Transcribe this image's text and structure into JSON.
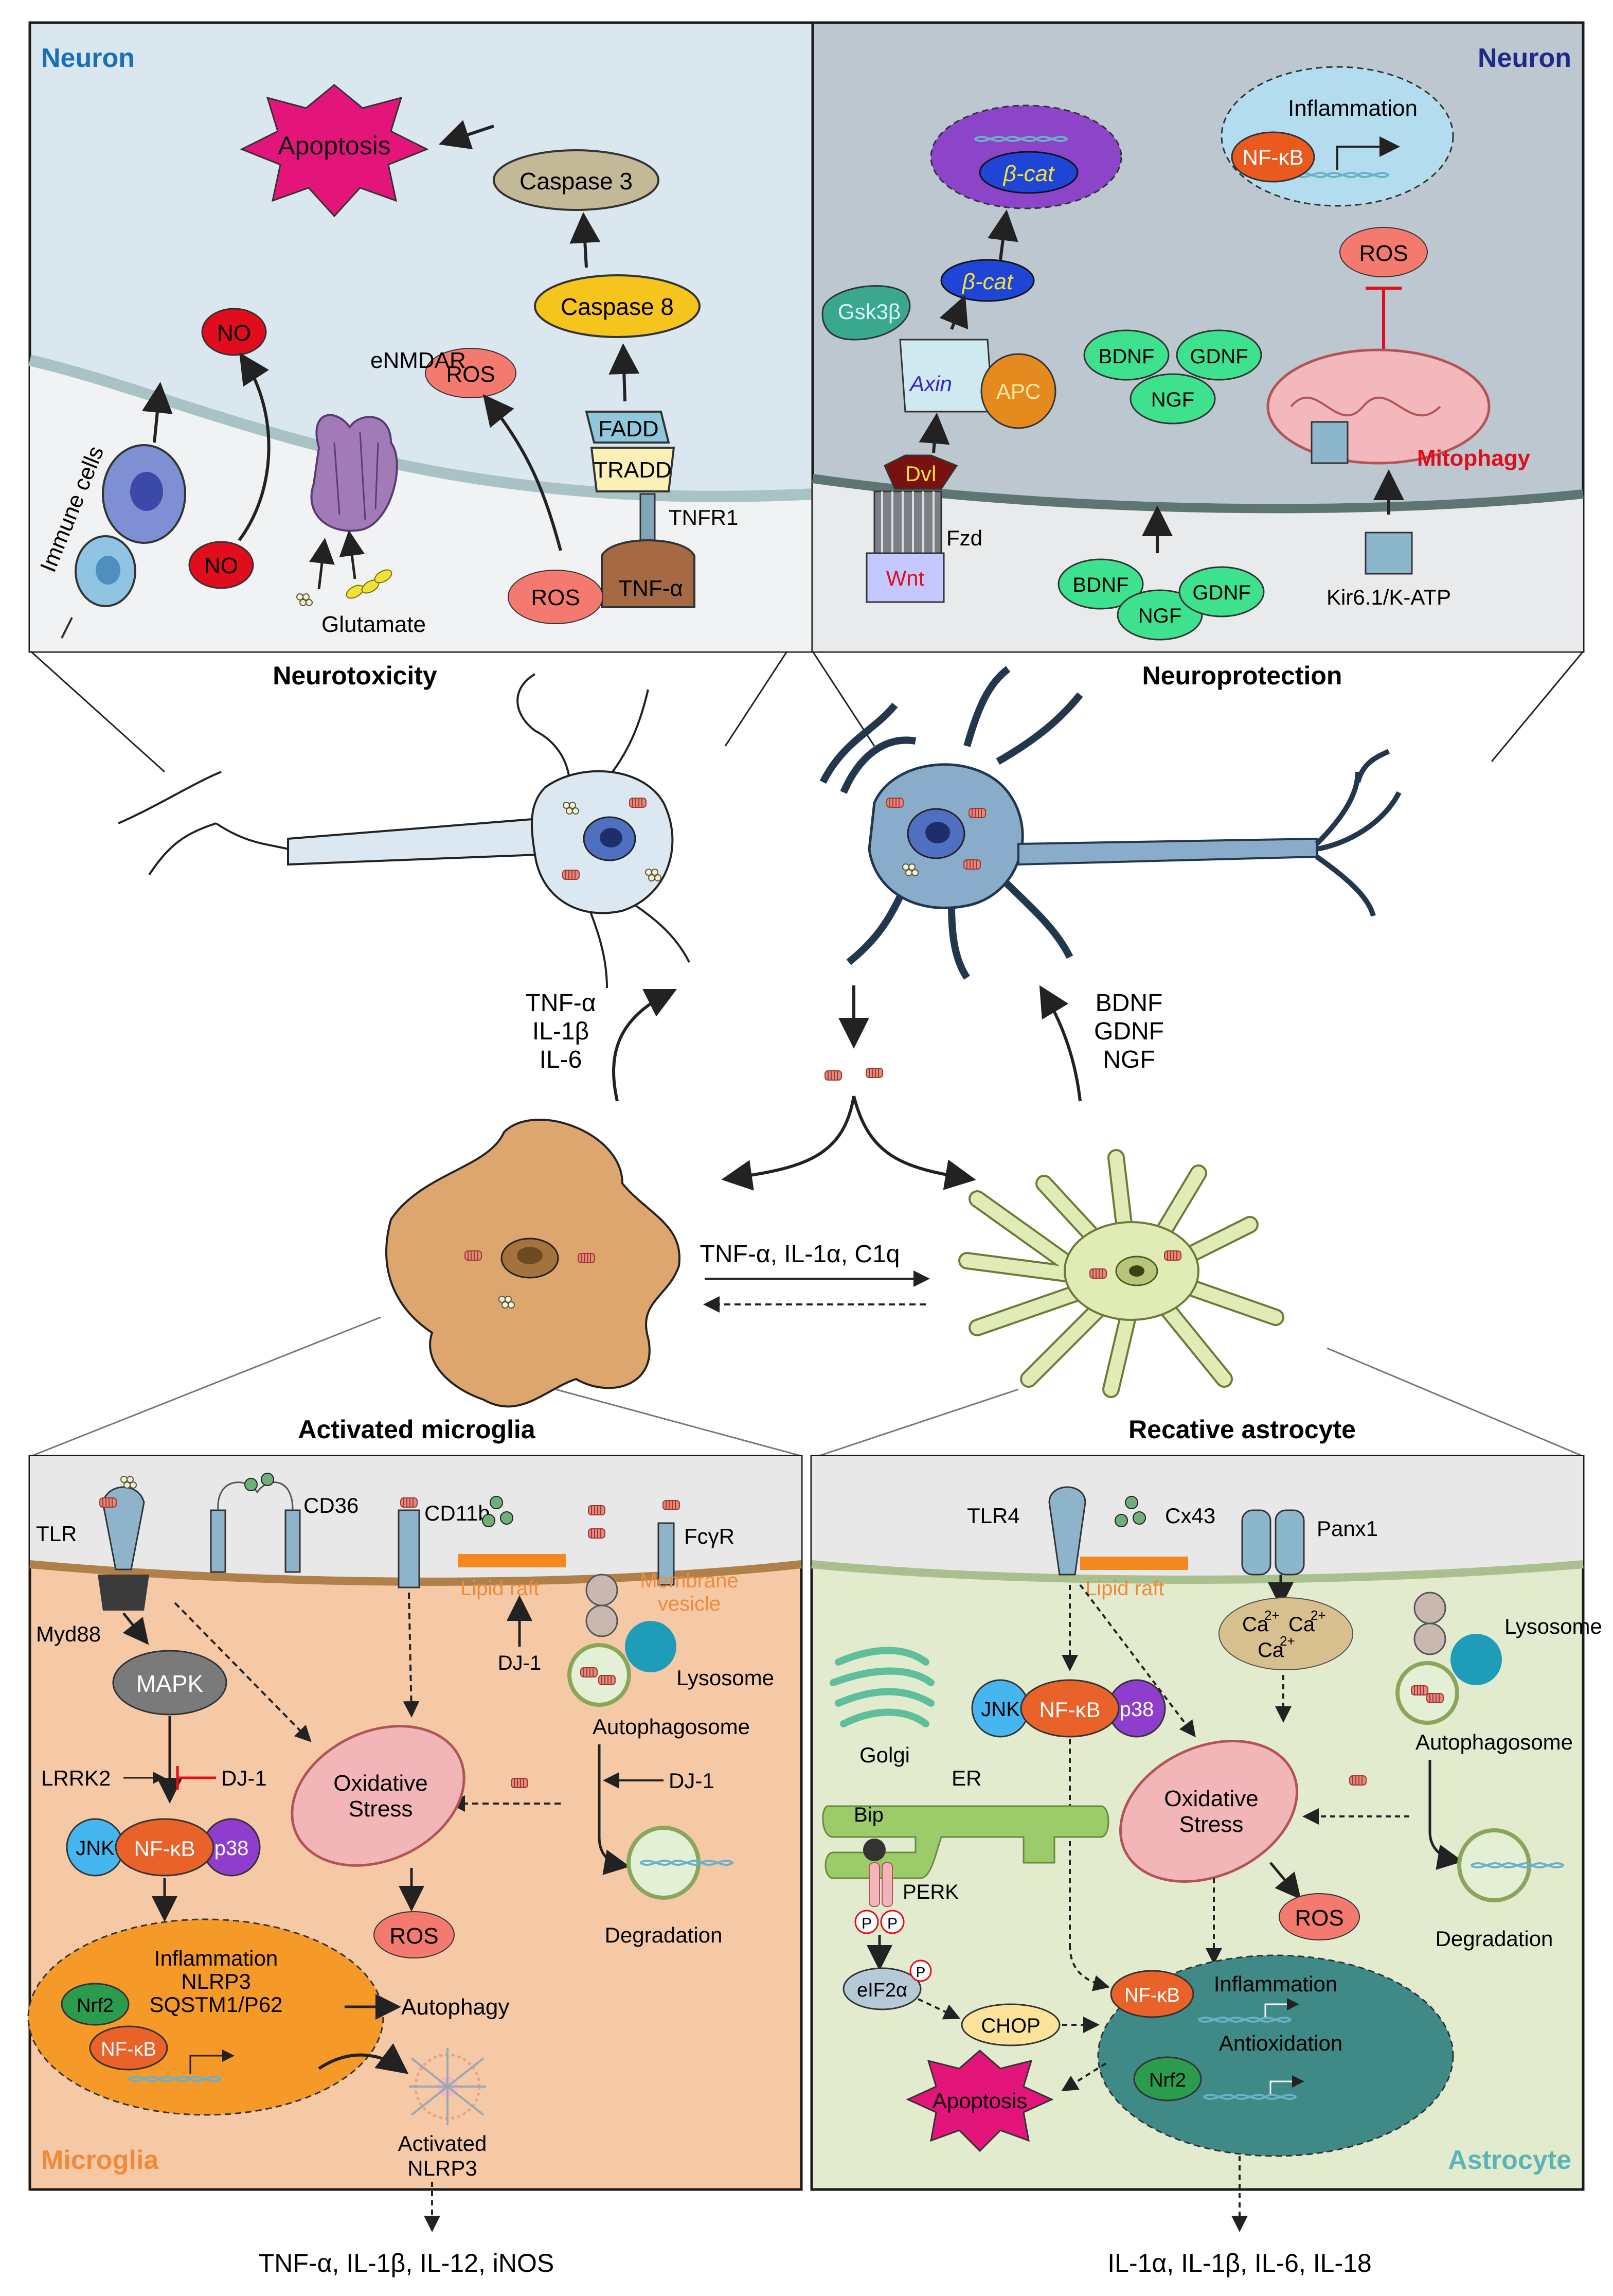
{
  "colors": {
    "tl_bg": "#dbe7ef",
    "tr_bg": "#bcc7d0",
    "bl_bg": "#f6c9a6",
    "br_bg": "#e3ebcf",
    "membrane": "#a9c3c5",
    "dark_membrane": "#5e7673",
    "microglia_membrane": "#b0804a",
    "astro_membrane": "#a9bf8e",
    "neuron_fill": "#8aaccb",
    "microglia_fill": "#dca66e",
    "astro_fill": "#e0ebb5",
    "red": "#e10d1c",
    "ros": "#f47a6f",
    "blue_label": "#1b6fb5",
    "navy_label": "#1f2a86",
    "orange_label": "#f08a3b",
    "teal_label": "#5ab5b7"
  },
  "neuron_left": {
    "title": "Neuron",
    "apoptosis": "Apoptosis",
    "caspase3": "Caspase 3",
    "caspase8": "Caspase 8",
    "no_top": "NO",
    "no_bottom": "NO",
    "ros_top": "ROS",
    "ros_bottom": "ROS",
    "enmdar": "eNMDAR",
    "glutamate": "Glutamate",
    "immune_cells": "Immune cells",
    "fadd": "FADD",
    "tradd": "TRADD",
    "tnfr1": "TNFR1",
    "tnfa": "TNF-α"
  },
  "neuron_right": {
    "title": "Neuron",
    "bcat_top": "β-cat",
    "bcat_mid": "β-cat",
    "gsk3b": "Gsk3β",
    "axin": "Axin",
    "apc": "APC",
    "dvl": "Dvl",
    "fzd": "Fzd",
    "wnt": "Wnt",
    "inflammation": "Inflammation",
    "nfkb": "NF-κB",
    "ros": "ROS",
    "mitophagy": "Mitophagy",
    "kir": "Kir6.1/K-ATP",
    "bdnf_top": "BDNF",
    "gdnf_top": "GDNF",
    "ngf_top": "NGF",
    "bdnf_bottom": "BDNF",
    "ngf_bottom": "NGF",
    "gdnf_bottom": "GDNF"
  },
  "middle": {
    "neurotoxicity": "Neurotoxicity",
    "neuroprotection": "Neuroprotection",
    "cytokines_up": [
      "TNF-α",
      "IL-1β",
      "IL-6"
    ],
    "factors_up": [
      "BDNF",
      "GDNF",
      "NGF"
    ],
    "crosstalk": "TNF-α, IL-1α, C1q",
    "activated_microglia": "Activated microglia",
    "reactive_astrocyte": "Recative astrocyte"
  },
  "microglia": {
    "title": "Microglia",
    "tlr": "TLR",
    "cd36": "CD36",
    "cd11b": "CD11b",
    "fcyr": "FcγR",
    "lipid_raft": "Lipid raft",
    "membrane_vesicle": [
      "Membrane",
      "vesicle"
    ],
    "myd88": "Myd88",
    "mapk": "MAPK",
    "lrrk2": "LRRK2",
    "dj1_a": "DJ-1",
    "dj1_b": "DJ-1",
    "dj1_c": "DJ-1",
    "jnk": "JNK",
    "nfkb": "NF-κB",
    "p38": "p38",
    "oxidative": [
      "Oxidative",
      "Stress"
    ],
    "ros": "ROS",
    "lysosome": "Lysosome",
    "autophagosome": "Autophagosome",
    "degradation": "Degradation",
    "nucleus_lines": [
      "Inflammation",
      "NLRP3",
      "SQSTM1/P62"
    ],
    "nrf2": "Nrf2",
    "nfkb2": "NF-κB",
    "autophagy": "Autophagy",
    "activated_nlrp3": [
      "Activated",
      "NLRP3"
    ],
    "output": "TNF-α, IL-1β, IL-12, iNOS"
  },
  "astrocyte": {
    "title": "Astrocyte",
    "tlr4": "TLR4",
    "cx43": "Cx43",
    "panx1": "Panx1",
    "lipid_raft": "Lipid raft",
    "ca": "Ca",
    "ca_sup": "2+",
    "golgi": "Golgi",
    "jnk": "JNK",
    "nfkb": "NF-κB",
    "p38": "p38",
    "lysosome": "Lysosome",
    "autophagosome": "Autophagosome",
    "degradation": "Degradation",
    "oxidative": [
      "Oxidative",
      "Stress"
    ],
    "ros": "ROS",
    "er": "ER",
    "bip": "Bip",
    "perk": "PERK",
    "p": "P",
    "eif2a": "eIF2α",
    "chop": "CHOP",
    "apoptosis": "Apoptosis",
    "nfkb2": "NF-κB",
    "inflammation": "Inflammation",
    "antioxidation": "Antioxidation",
    "nrf2": "Nrf2",
    "output": "IL-1α, IL-1β, IL-6, IL-18"
  }
}
